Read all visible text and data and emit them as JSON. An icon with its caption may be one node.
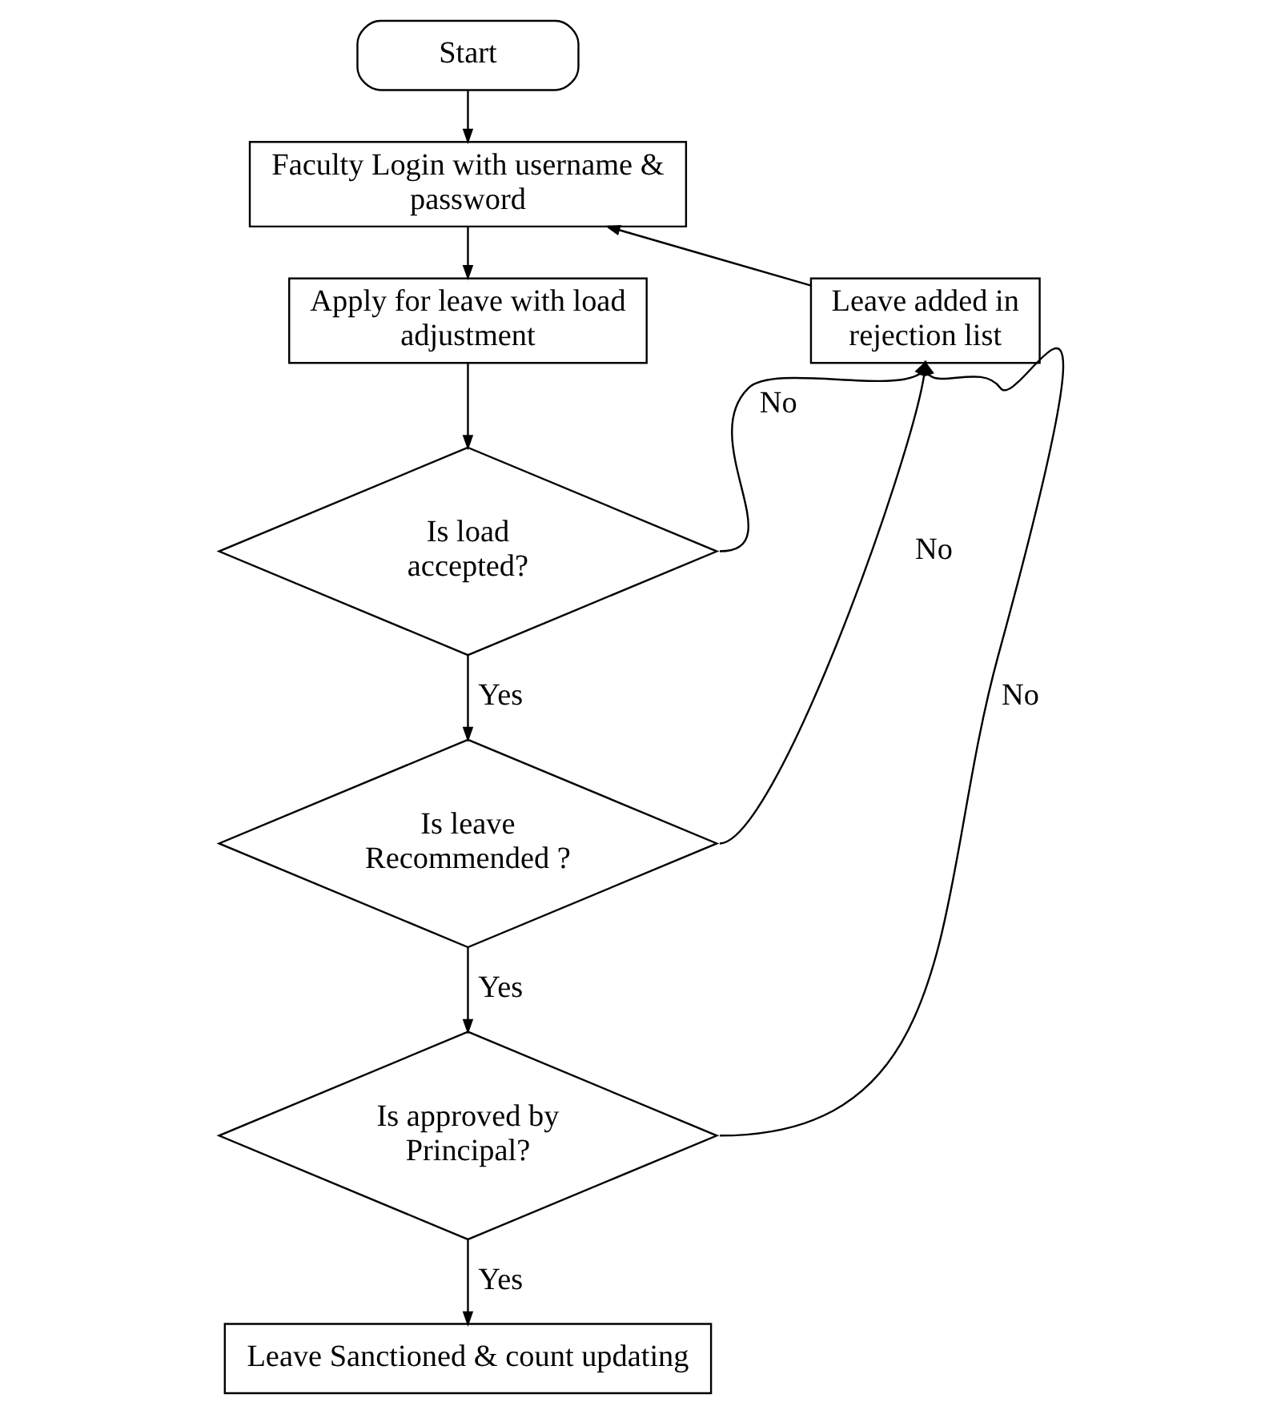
{
  "diagram": {
    "nodes": [
      {
        "text": [
          "Start"
        ]
      },
      {
        "text": [
          "Faculty Login with username & password"
        ]
      },
      {
        "text": [
          "Apply for leave with load adjustment"
        ]
      },
      {
        "text": [
          "Is load accepted?"
        ]
      },
      {
        "text": [
          "Is leave Recommended ?"
        ]
      },
      {
        "text": [
          "Is approved by Principal?"
        ]
      },
      {
        "text": [
          "Leave Sanctioned & count updating"
        ]
      },
      {
        "text": [
          "Leave added in rejection list"
        ]
      }
    ],
    "edges": [
      {
        "from": 0,
        "to": 1,
        "arrow": "to"
      },
      {
        "from": 1,
        "to": 2,
        "arrow": "to"
      },
      {
        "from": 2,
        "to": 3,
        "arrow": "to"
      },
      {
        "from": 3,
        "to": 4,
        "arrow": "to",
        "label": "Yes"
      },
      {
        "from": 4,
        "to": 5,
        "arrow": "to",
        "label": "Yes"
      },
      {
        "from": 5,
        "to": 6,
        "arrow": "to",
        "label": "Yes"
      },
      {
        "from": 3,
        "to": 7,
        "arrow": "to",
        "label": "No"
      },
      {
        "from": 4,
        "to": 7,
        "arrow": "to",
        "label": "No"
      },
      {
        "from": 5,
        "to": 7,
        "arrow": "to",
        "label": "No"
      },
      {
        "from": 7,
        "to": 1,
        "arrow": "to"
      }
    ]
  }
}
